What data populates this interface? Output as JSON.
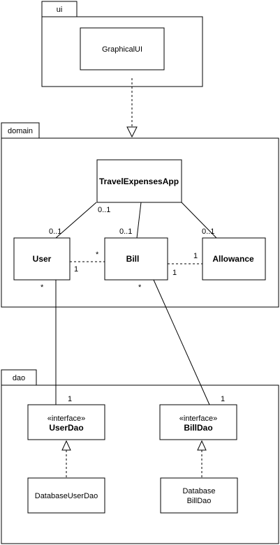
{
  "packages": {
    "ui": "ui",
    "domain": "domain",
    "dao": "dao"
  },
  "classes": {
    "graphical_ui": "GraphicalUI",
    "travel_expenses_app": "TravelExpensesApp",
    "user": "User",
    "bill": "Bill",
    "allowance": "Allowance",
    "user_dao": {
      "stereotype": "«interface»",
      "name": "UserDao"
    },
    "bill_dao": {
      "stereotype": "«interface»",
      "name": "BillDao"
    },
    "database_user_dao": "DatabaseUserDao",
    "database_bill_dao": {
      "line1": "Database",
      "line2": "BillDao"
    }
  },
  "multiplicities": {
    "app_user_app_end": "0..1",
    "app_user_user_end": "0..1",
    "app_bill_bill_end": "0..1",
    "app_allowance_allowance_end": "0..1",
    "user_bill_bill_end": "*",
    "user_bill_user_end": "1",
    "bill_allowance_allowance_end": "1",
    "bill_allowance_bill_end": "1",
    "user_userdao_user_end": "*",
    "user_userdao_dao_end": "1",
    "bill_billdao_bill_end": "*",
    "bill_billdao_dao_end": "1"
  }
}
